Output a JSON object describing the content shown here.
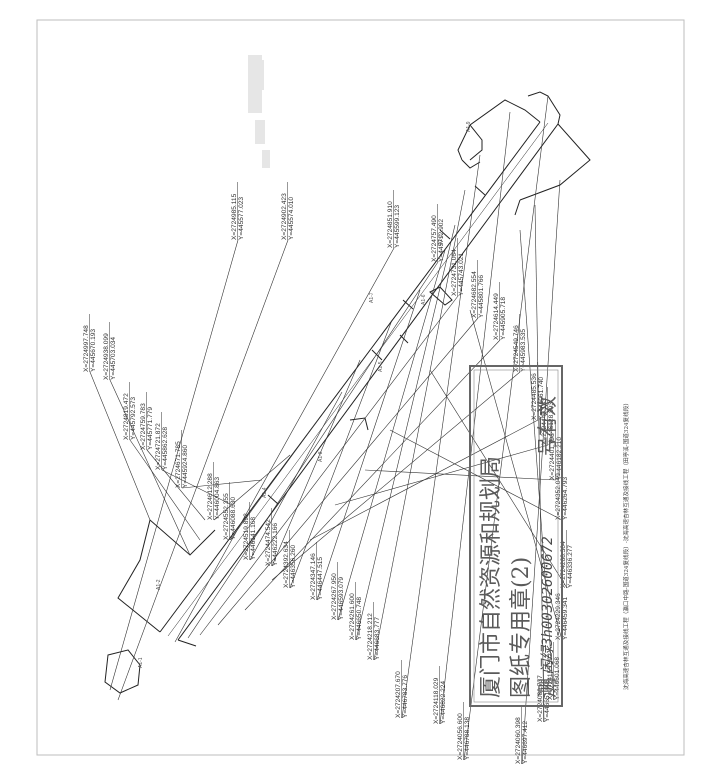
{
  "drawing": {
    "zone_labels": [
      "A1-1",
      "A1-2",
      "A1-3",
      "A1-4",
      "A1-5",
      "A1-6",
      "A1-7",
      "A1-8",
      "A1-9"
    ],
    "coordinate_callouts": [
      {
        "x": "X=2724997.748",
        "y": "Y=445670.193"
      },
      {
        "x": "X=2724938.099",
        "y": "Y=445703.034"
      },
      {
        "x": "X=2724819.472",
        "y": "Y=445792.573"
      },
      {
        "x": "X=2724759.783",
        "y": "Y=445771.779"
      },
      {
        "x": "X=2724721.872",
        "y": "Y=445862.628"
      },
      {
        "x": "X=2724671.785",
        "y": "Y=445924.860"
      },
      {
        "x": "X=2724612.288",
        "y": "Y=446004.863"
      },
      {
        "x": "X=2724552.355",
        "y": "Y=446088.630"
      },
      {
        "x": "X=2724519.892",
        "y": "Y=446141.168"
      },
      {
        "x": "X=2724474.542",
        "y": "Y=446222.166"
      },
      {
        "x": "X=2724392.634",
        "y": "Y=446356.260"
      },
      {
        "x": "X=2724347.146",
        "y": "Y=446447.515"
      },
      {
        "x": "X=2724267.950",
        "y": "Y=446593.079"
      },
      {
        "x": "X=2724261.600",
        "y": "Y=446650.748"
      },
      {
        "x": "X=2724218.212",
        "y": "Y=446683.777"
      },
      {
        "x": "X=2724207.670",
        "y": "Y=446783.776"
      },
      {
        "x": "X=2724118.029",
        "y": "Y=446822.224"
      },
      {
        "x": "X=2724056.600",
        "y": "Y=446788.138"
      },
      {
        "x": "X=2724060.398",
        "y": "Y=446697.412"
      },
      {
        "x": "X=2724089.737",
        "y": "Y=446651.995"
      },
      {
        "x": "X=2724155.392",
        "y": "Y=446601.068"
      },
      {
        "x": "X=2724229.346",
        "y": "Y=446459.341"
      },
      {
        "x": "X=2724288.304",
        "y": "Y=446336.277"
      },
      {
        "x": "X=2724352.049",
        "y": "Y=446264.793"
      },
      {
        "x": "X=2724401.798",
        "y": "Y=446182.210"
      },
      {
        "x": "X=2724440.163",
        "y": "Y=446128.893"
      },
      {
        "x": "X=2724485.536",
        "y": "Y=446061.740"
      },
      {
        "x": "X=2724549.746",
        "y": "Y=445983.535"
      },
      {
        "x": "X=2724614.449",
        "y": "Y=445905.718"
      },
      {
        "x": "X=2724682.554",
        "y": "Y=445801.766"
      },
      {
        "x": "X=2724731.064",
        "y": "Y=445743.021"
      },
      {
        "x": "X=2724757.490",
        "y": "Y=445712.902"
      },
      {
        "x": "X=2724851.910",
        "y": "Y=445599.123"
      },
      {
        "x": "X=2724902.423",
        "y": "Y=445574.010"
      },
      {
        "x": "X=2724985.115",
        "y": "Y=445577.023"
      }
    ]
  },
  "stamp": {
    "line1": "厦门市自然资源和规划局",
    "line2": "图纸专用章(2)",
    "line3": "测",
    "line3_handwritten": "闲绿3h00302600672",
    "line3_tail": "号有效"
  },
  "caption": {
    "text": "沈海高速杏林互通及接线工程（瀛口中路-国道324复线段）-沈海高速杏林互通及接线工程（田亭溪-国道324复线段）"
  }
}
